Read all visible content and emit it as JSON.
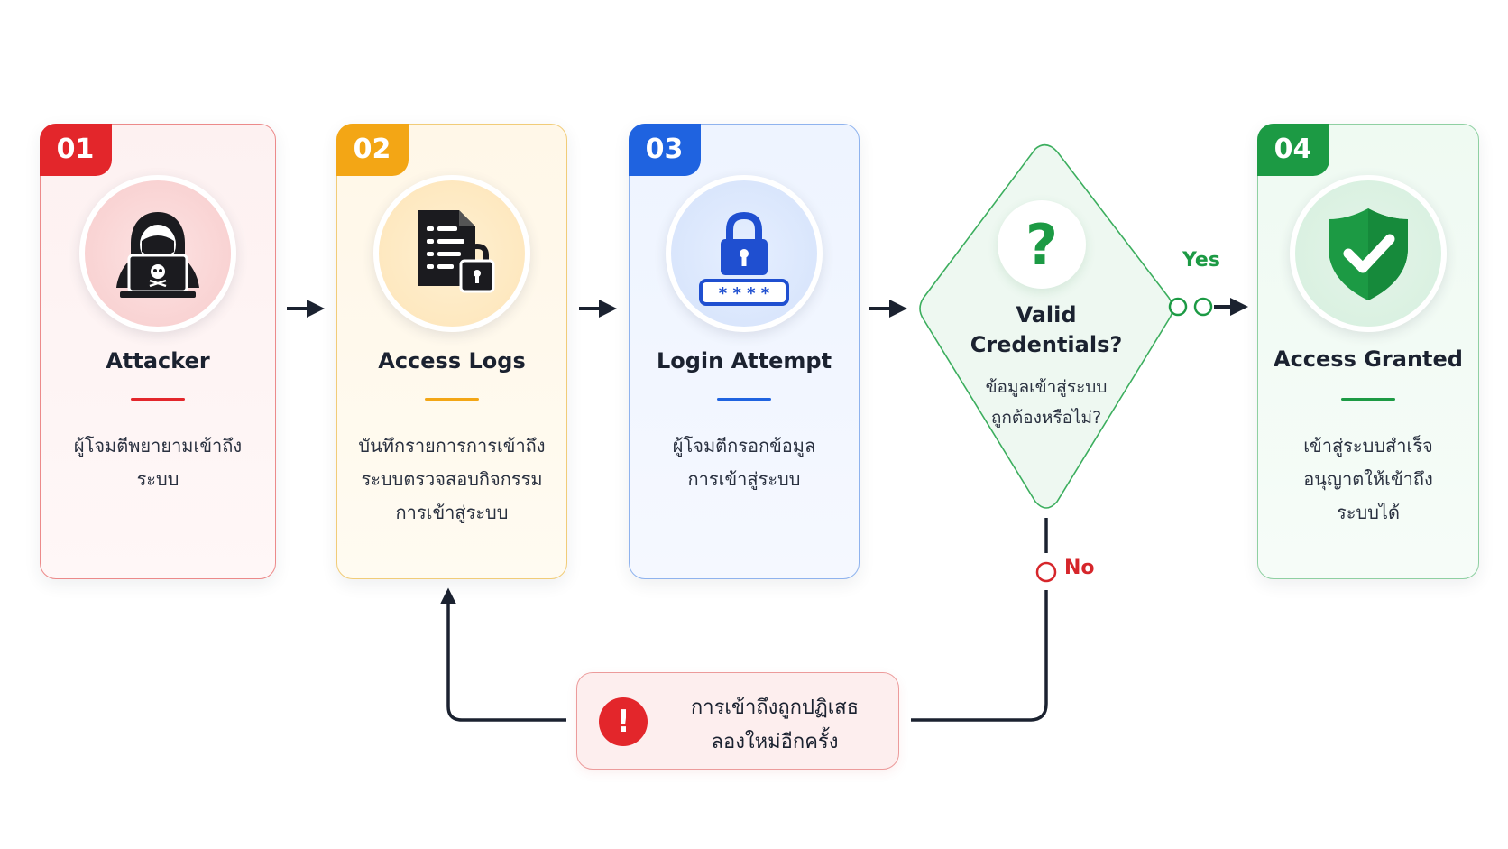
{
  "steps": [
    {
      "num": "01",
      "title": "Attacker",
      "desc_lines": [
        "ผู้โจมตีพยายามเข้าถึง",
        "ระบบ"
      ],
      "icon": "hooded-hacker-icon",
      "color": "#e3262b"
    },
    {
      "num": "02",
      "title": "Access Logs",
      "desc_lines": [
        "บันทึกรายการการเข้าถึง",
        "ระบบตรวจสอบกิจกรรม",
        "การเข้าสู่ระบบ"
      ],
      "icon": "document-lock-icon",
      "color": "#f3a615"
    },
    {
      "num": "03",
      "title": "Login Attempt",
      "desc_lines": [
        "ผู้โจมตีกรอกข้อมูล",
        "การเข้าสู่ระบบ"
      ],
      "icon": "padlock-password-icon",
      "color": "#1f63e0"
    },
    {
      "num": "04",
      "title": "Access Granted",
      "desc_lines": [
        "เข้าสู่ระบบสำเร็จ",
        "อนุญาตให้เข้าถึง",
        "ระบบได้"
      ],
      "icon": "shield-check-icon",
      "color": "#1c9a44"
    }
  ],
  "decision": {
    "symbol": "?",
    "title_lines": [
      "Valid",
      "Credentials?"
    ],
    "desc_lines": [
      "ข้อมูลเข้าสู่ระบบ",
      "ถูกต้องหรือไม่?"
    ],
    "yes_label": "Yes",
    "no_label": "No",
    "color": "#1c9a44"
  },
  "rejected": {
    "symbol": "!",
    "lines": [
      "การเข้าถึงถูกปฏิเสธ",
      "ลองใหม่อีกครั้ง"
    ],
    "color": "#e3262b"
  }
}
